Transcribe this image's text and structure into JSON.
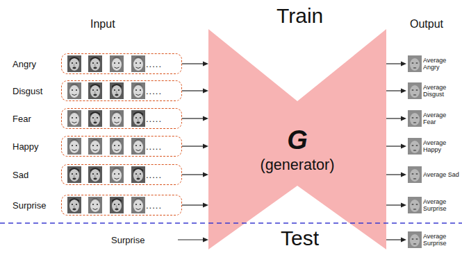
{
  "diagram": {
    "nodes": [
      {
        "text": [
          "Angry",
          "....."
        ]
      },
      {
        "text": [
          "Disgust",
          "....."
        ]
      },
      {
        "text": [
          "Fear",
          "....."
        ]
      },
      {
        "text": [
          "Happy",
          "....."
        ]
      },
      {
        "text": [
          "Sad",
          "....."
        ]
      },
      {
        "text": [
          "Surprise",
          "....."
        ]
      },
      {
        "text": [
          "G",
          "(generator)"
        ]
      },
      {
        "text": [
          "Average Angry"
        ]
      },
      {
        "text": [
          "Average Disgust"
        ]
      },
      {
        "text": [
          "Average Fear"
        ]
      },
      {
        "text": [
          "Average Happy"
        ]
      },
      {
        "text": [
          "Average Sad"
        ]
      },
      {
        "text": [
          "Average Surprise"
        ]
      },
      {
        "text": [
          "Surprise"
        ]
      },
      {
        "text": [
          "Average Surprise"
        ]
      }
    ],
    "edges": [
      {
        "from": 0,
        "to": 6,
        "arrow": "to"
      },
      {
        "from": 1,
        "to": 6,
        "arrow": "to"
      },
      {
        "from": 2,
        "to": 6,
        "arrow": "to"
      },
      {
        "from": 3,
        "to": 6,
        "arrow": "to"
      },
      {
        "from": 4,
        "to": 6,
        "arrow": "to"
      },
      {
        "from": 5,
        "to": 6,
        "arrow": "to"
      },
      {
        "from": 6,
        "to": 7,
        "arrow": "to"
      },
      {
        "from": 6,
        "to": 8,
        "arrow": "to"
      },
      {
        "from": 6,
        "to": 9,
        "arrow": "to"
      },
      {
        "from": 6,
        "to": 10,
        "arrow": "to"
      },
      {
        "from": 6,
        "to": 11,
        "arrow": "to"
      },
      {
        "from": 6,
        "to": 12,
        "arrow": "to"
      },
      {
        "from": 13,
        "to": 6,
        "arrow": "to"
      },
      {
        "from": 6,
        "to": 14,
        "arrow": "to"
      }
    ],
    "labels": [
      "Input",
      "Train",
      "Output",
      "Test"
    ]
  }
}
